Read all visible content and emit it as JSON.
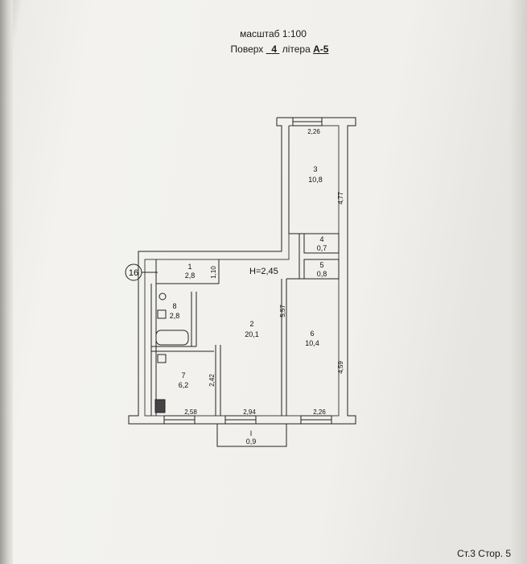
{
  "header": {
    "scale": "масштаб 1:100",
    "floor_prefix": "Поверх",
    "floor_value": "4",
    "letter_prefix": "літера",
    "letter_value": "А-5"
  },
  "plan": {
    "apartment_number": "16",
    "ceiling_height": "Н=2,45",
    "rooms": [
      {
        "id": "room-1",
        "number": "1",
        "area": "2,8"
      },
      {
        "id": "room-2",
        "number": "2",
        "area": "20,1"
      },
      {
        "id": "room-3",
        "number": "3",
        "area": "10,8"
      },
      {
        "id": "room-4",
        "number": "4",
        "area": "0,7"
      },
      {
        "id": "room-5",
        "number": "5",
        "area": "0,8"
      },
      {
        "id": "room-6",
        "number": "6",
        "area": "10,4"
      },
      {
        "id": "room-7",
        "number": "7",
        "area": "6,2"
      },
      {
        "id": "room-8",
        "number": "8",
        "area": "2,8"
      },
      {
        "id": "balcony",
        "number": "I",
        "area": "0,9"
      }
    ],
    "dimensions": {
      "top_width": "2,26",
      "room3_depth": "4,77",
      "room1_height": "1,10",
      "room2_depth": "5,57",
      "room6_depth": "4,59",
      "room7_depth": "2,42",
      "bottom_left": "2,58",
      "bottom_middle": "2,94",
      "bottom_right": "2,26"
    }
  },
  "footer": {
    "page_label": "Ст.3 Стор. 5"
  }
}
